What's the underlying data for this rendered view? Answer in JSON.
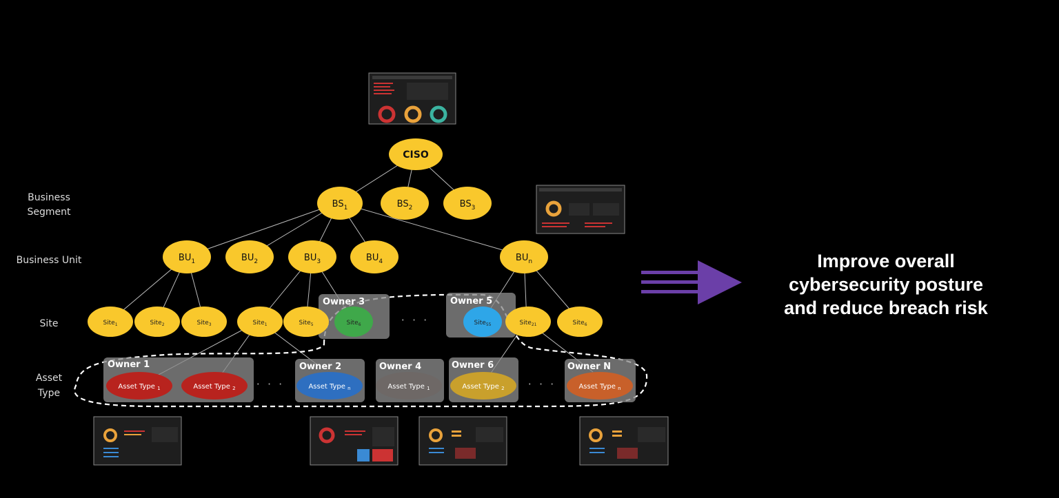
{
  "levels": {
    "business_segment": [
      "Business",
      "Segment"
    ],
    "business_unit": "Business Unit",
    "site": "Site",
    "asset_type": [
      "Asset",
      "Type"
    ]
  },
  "nodes": {
    "ciso": "CISO",
    "bs": [
      {
        "base": "BS",
        "sub": "1"
      },
      {
        "base": "BS",
        "sub": "2"
      },
      {
        "base": "BS",
        "sub": "3"
      }
    ],
    "bu": [
      {
        "base": "BU",
        "sub": "1"
      },
      {
        "base": "BU",
        "sub": "2"
      },
      {
        "base": "BU",
        "sub": "3"
      },
      {
        "base": "BU",
        "sub": "4"
      },
      {
        "base": "BU",
        "sub": "n"
      }
    ],
    "sites": [
      {
        "base": "Site",
        "sub": "1"
      },
      {
        "base": "Site",
        "sub": "2"
      },
      {
        "base": "Site",
        "sub": "3"
      },
      {
        "base": "Site",
        "sub": "1"
      },
      {
        "base": "Site",
        "sub": "5"
      },
      {
        "base": "Site",
        "sub": "6"
      },
      {
        "base": "Site",
        "sub": "55"
      },
      {
        "base": "Site",
        "sub": "21"
      },
      {
        "base": "Site",
        "sub": "6"
      }
    ]
  },
  "owners": [
    "Owner 1",
    "Owner 2",
    "Owner 3",
    "Owner 4",
    "Owner 5",
    "Owner 6",
    "Owner N"
  ],
  "assets": [
    {
      "base": "Asset Type ",
      "sub": "1"
    },
    {
      "base": "Asset Type ",
      "sub": "2"
    },
    {
      "base": "Asset Type ",
      "sub": "n"
    },
    {
      "base": "Asset Type ",
      "sub": "1"
    },
    {
      "base": "Asset Type ",
      "sub": "2"
    },
    {
      "base": "Asset Type ",
      "sub": "n"
    }
  ],
  "ellipsis": "· · ·",
  "headline": [
    "Improve overall",
    "cybersecurity posture",
    "and reduce breach risk"
  ],
  "colors": {
    "node_yellow": "#F9C82C",
    "site_green": "#3FA84A",
    "site_blue": "#2EA6E8",
    "asset_red": "#B8231E",
    "asset_blue": "#2E6FC0",
    "asset_gray": "#6E6866",
    "asset_gold": "#C9A02C",
    "asset_orange": "#C8602A",
    "owner_box": "#8A8A8A",
    "arrow_purple": "#6B3FA8"
  }
}
